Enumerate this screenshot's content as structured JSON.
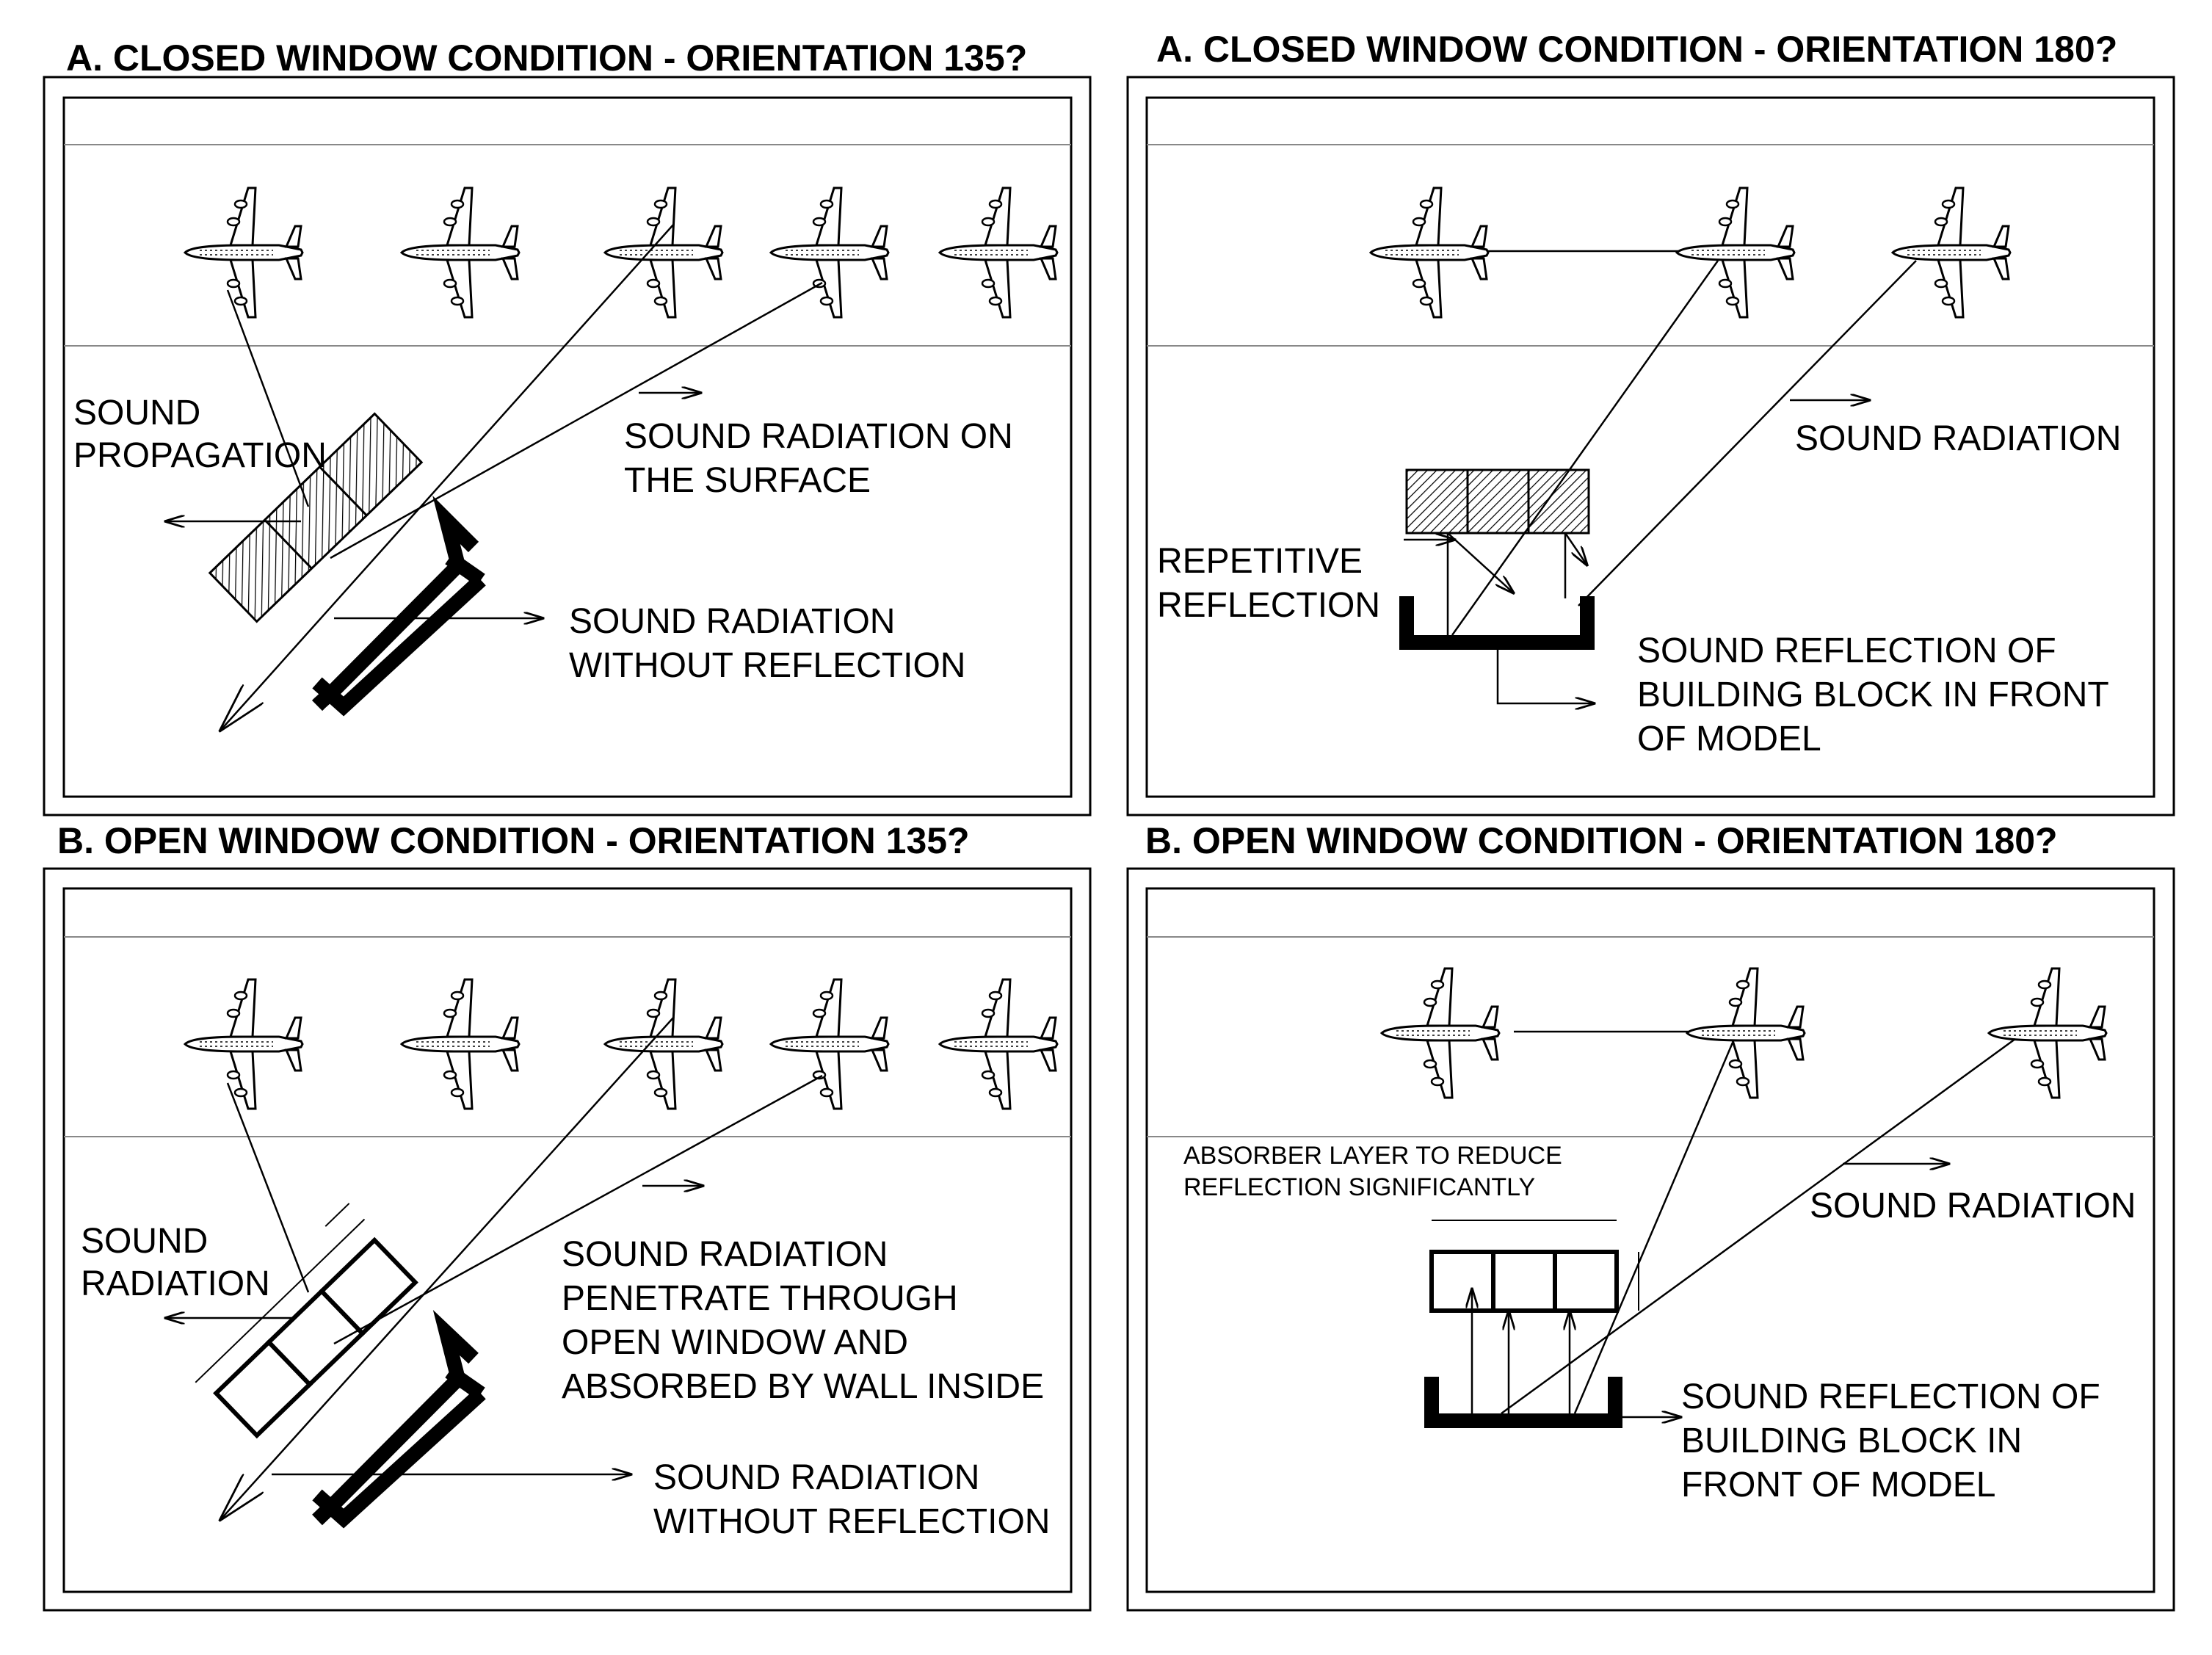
{
  "panels": [
    {
      "title": "A. CLOSED WINDOW CONDITION - ORIENTATION 135?",
      "labels": [
        "SOUND",
        "PROPAGATION",
        "SOUND RADIATION ON",
        "THE SURFACE",
        "SOUND RADIATION",
        "WITHOUT REFLECTION"
      ]
    },
    {
      "title": "A. CLOSED WINDOW CONDITION - ORIENTATION 180?",
      "labels": [
        "SOUND RADIATION",
        "REPETITIVE",
        "REFLECTION",
        "SOUND REFLECTION OF",
        "BUILDING BLOCK IN FRONT",
        "OF MODEL"
      ]
    },
    {
      "title": "B. OPEN WINDOW CONDITION - ORIENTATION 135?",
      "labels": [
        "SOUND",
        "RADIATION",
        "SOUND RADIATION",
        "PENETRATE THROUGH",
        "OPEN WINDOW AND",
        "ABSORBED BY WALL INSIDE",
        "SOUND RADIATION",
        "WITHOUT REFLECTION"
      ]
    },
    {
      "title": "B. OPEN WINDOW CONDITION - ORIENTATION 180?",
      "labels": [
        "ABSORBER LAYER TO REDUCE",
        "REFLECTION SIGNIFICANTLY",
        "SOUND RADIATION",
        "SOUND REFLECTION OF",
        "BUILDING BLOCK IN",
        "FRONT OF MODEL"
      ]
    }
  ]
}
